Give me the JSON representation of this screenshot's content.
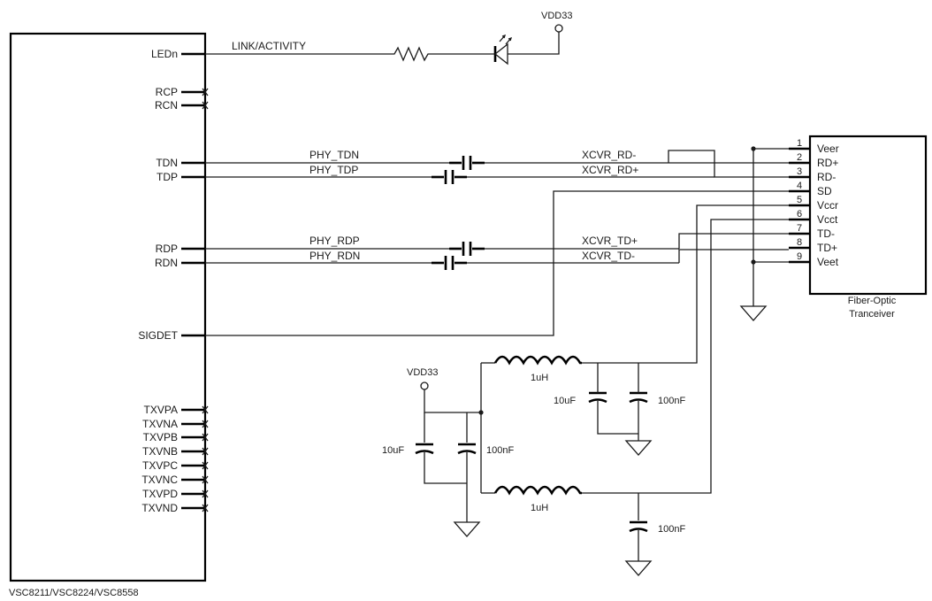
{
  "phy_chip": {
    "part_label": "VSC8211/VSC8224/VSC8558",
    "pins": {
      "led": "LEDn",
      "rcp": "RCP",
      "rcn": "RCN",
      "tdn": "TDN",
      "tdp": "TDP",
      "rdp": "RDP",
      "rdn": "RDN",
      "sigdet": "SIGDET",
      "txvpa": "TXVPA",
      "txvna": "TXVNA",
      "txvpb": "TXVPB",
      "txvnb": "TXVNB",
      "txvpc": "TXVPC",
      "txvnc": "TXVNC",
      "txvpd": "TXVPD",
      "txvnd": "TXVND"
    }
  },
  "nets": {
    "link_activity": "LINK/ACTIVITY",
    "phy_tdn": "PHY_TDN",
    "phy_tdp": "PHY_TDP",
    "phy_rdp": "PHY_RDP",
    "phy_rdn": "PHY_RDN",
    "xcvr_rdn": "XCVR_RD-",
    "xcvr_rdp": "XCVR_RD+",
    "xcvr_tdp": "XCVR_TD+",
    "xcvr_tdn": "XCVR_TD-"
  },
  "power": {
    "vdd_top": "VDD33",
    "vdd_filter": "VDD33"
  },
  "transceiver": {
    "label_line1": "Fiber-Optic",
    "label_line2": "Tranceiver",
    "pins": [
      {
        "num": "1",
        "name": "Veer"
      },
      {
        "num": "2",
        "name": "RD+"
      },
      {
        "num": "3",
        "name": "RD-"
      },
      {
        "num": "4",
        "name": "SD"
      },
      {
        "num": "5",
        "name": "Vccr"
      },
      {
        "num": "6",
        "name": "Vcct"
      },
      {
        "num": "7",
        "name": "TD-"
      },
      {
        "num": "8",
        "name": "TD+"
      },
      {
        "num": "9",
        "name": "Veet"
      }
    ]
  },
  "components": {
    "inductor_top": "1uH",
    "inductor_bottom": "1uH",
    "cap_top_10u": "10uF",
    "cap_top_100n": "100nF",
    "cap_left_10u": "10uF",
    "cap_left_100n": "100nF",
    "cap_bottom_100n": "100nF"
  }
}
